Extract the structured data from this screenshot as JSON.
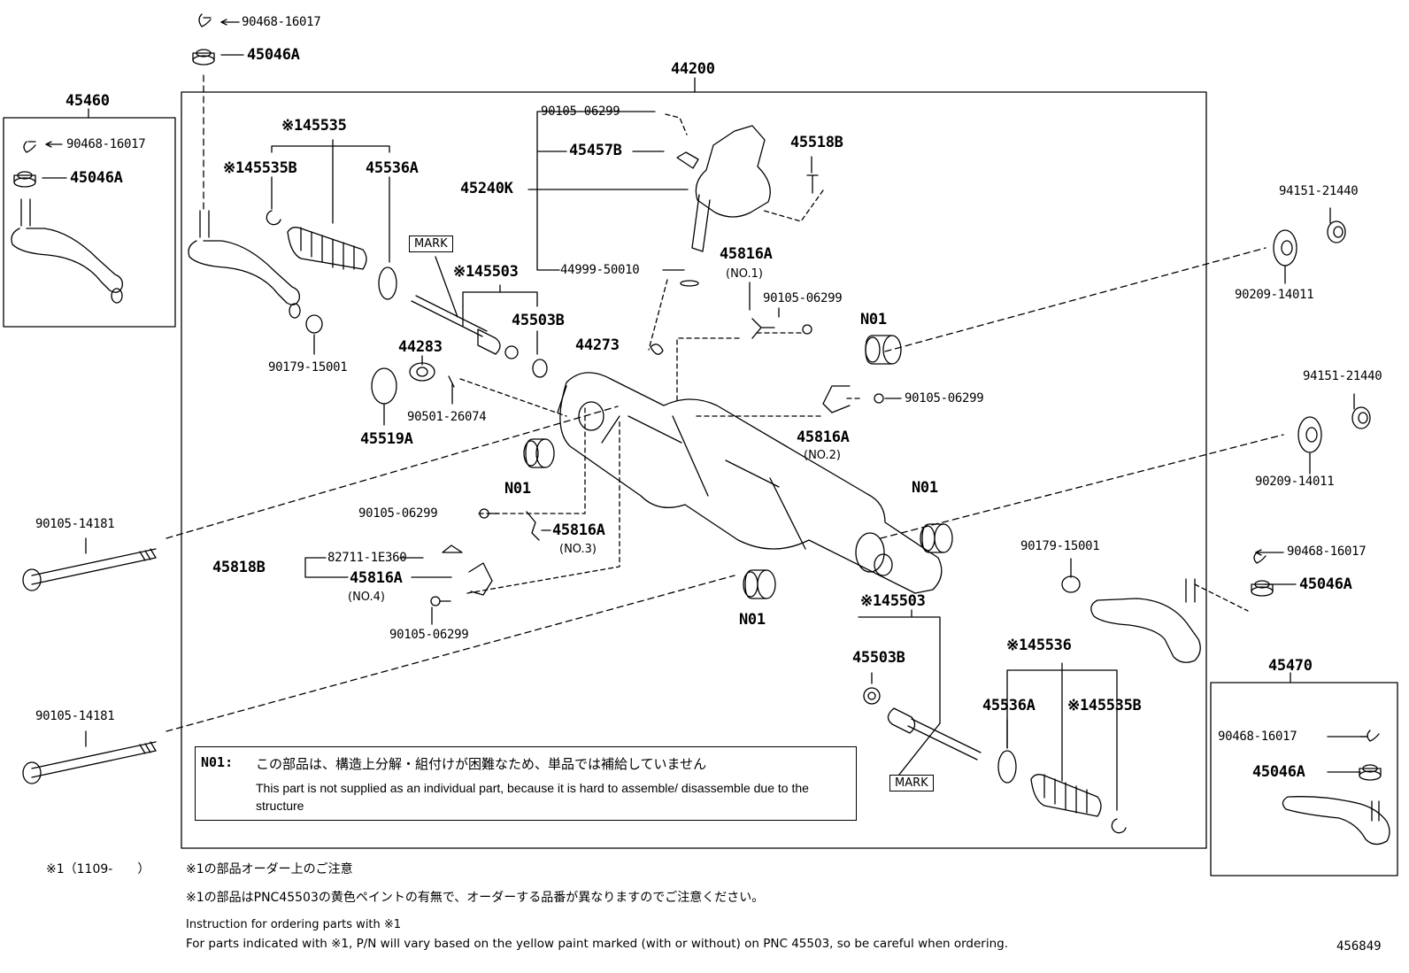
{
  "labels": {
    "assembly": "44200",
    "left_end_kit": "45460",
    "right_end_kit": "45470",
    "cotter_a": "90468-16017",
    "nut_a": "45046A",
    "cotter_b": "90468-16017",
    "nut_b": "45046A",
    "cotter_c": "90468-16017",
    "nut_c": "45046A",
    "cotter_d": "90468-16017",
    "nut_d": "45046A",
    "boot_set_l": "※145535",
    "clip_l": "※145535B",
    "clamp_l": "45536A",
    "tie_rod_l": "※145503",
    "washer_l": "45503B",
    "mark_l": "MARK",
    "nut_tie_l": "90179-15001",
    "bearing_44283": "44283",
    "seal_45519A": "45519A",
    "plug_90501": "90501-26074",
    "bolt_top": "90105-06299",
    "valve_45457B": "45457B",
    "pinion_45240K": "45240K",
    "oring_44999": "44999-50010",
    "bolt_45518B": "45518B",
    "bracket_no1": "45816A",
    "bracket_no1_sub": "(NO.1)",
    "bolt_no1": "90105-06299",
    "oring_44273": "44273",
    "n01_a": "N01",
    "n01_b": "N01",
    "n01_c": "N01",
    "n01_d": "N01",
    "bolt_no2": "90105-06299",
    "bracket_no2": "45816A",
    "bracket_no2_sub": "(NO.2)",
    "bolt_no3": "90105-06299",
    "bracket_no3": "45816A",
    "bracket_no3_sub": "(NO.3)",
    "set_45818B": "45818B",
    "part_82711": "82711-1E360",
    "bracket_no4": "45816A",
    "bracket_no4_sub": "(NO.4)",
    "bolt_no4": "90105-06299",
    "bolt_long_a": "90105-14181",
    "bolt_long_b": "90105-14181",
    "nut_r1": "94151-21440",
    "washer_r1": "90209-14011",
    "nut_r2": "94151-21440",
    "washer_r2": "90209-14011",
    "nut_tie_r": "90179-15001",
    "tie_rod_r": "※145503",
    "washer_r": "45503B",
    "mark_r": "MARK",
    "boot_set_r": "※145536",
    "clamp_r": "45536A",
    "clip_r": "※145535B"
  },
  "note": {
    "code": "N01:",
    "jp": "この部品は、構造上分解・組付けが困難なため、単品では補給していません",
    "en": "This part is not supplied as an individual part, because it is hard to assemble/ disassemble  due to the structure"
  },
  "footer": {
    "line1_mark": "※1（1109-　　）",
    "line1": "※1の部品オーダー上のご注意",
    "line2": "※1の部品はPNC45503の黄色ペイントの有無で、オーダーする品番が異なりますのでご注意ください。",
    "line3": "Instruction for ordering parts with ※1",
    "line4": "For parts indicated with ※1, P/N will vary based on the yellow paint marked (with or without) on PNC 45503, so be careful when ordering.",
    "diagram_no": "456849"
  }
}
